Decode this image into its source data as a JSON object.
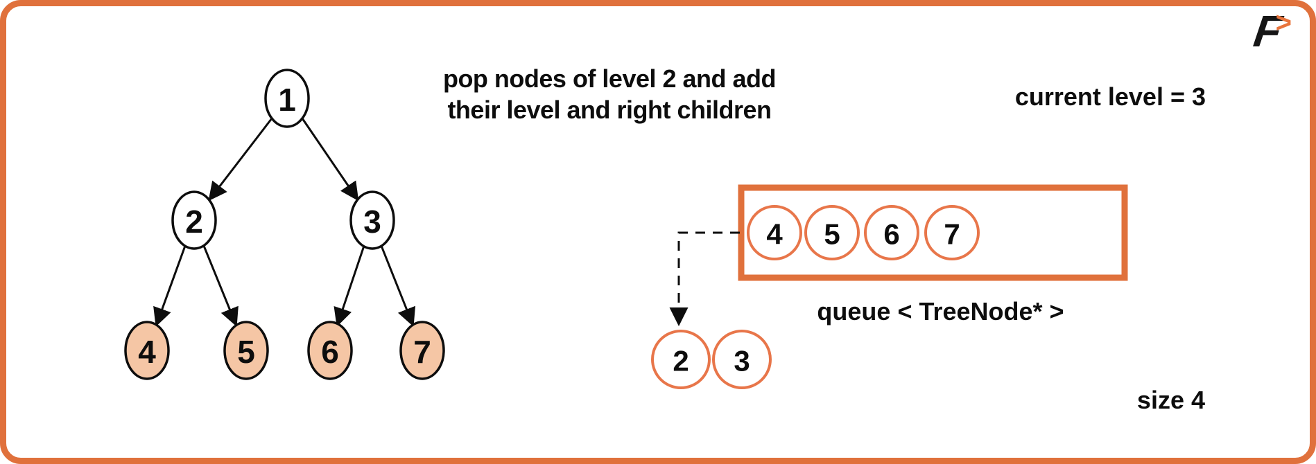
{
  "header": {
    "annotation_line1": "pop nodes of level 2 and add",
    "annotation_line2": "their level and right children",
    "current_level": "current level = 3"
  },
  "tree": {
    "nodes": [
      {
        "value": "1",
        "highlighted": false
      },
      {
        "value": "2",
        "highlighted": false
      },
      {
        "value": "3",
        "highlighted": false
      },
      {
        "value": "4",
        "highlighted": true
      },
      {
        "value": "5",
        "highlighted": true
      },
      {
        "value": "6",
        "highlighted": true
      },
      {
        "value": "7",
        "highlighted": true
      }
    ]
  },
  "queue": {
    "box_label": "queue < TreeNode* >",
    "items": [
      "4",
      "5",
      "6",
      "7"
    ],
    "popped_items": [
      "2",
      "3"
    ],
    "size_label": "size 4"
  },
  "logo": {
    "letter": "F",
    "arrow_glyph": ">"
  },
  "colors": {
    "accent_orange": "#E0713C",
    "circle_stroke_orange": "#E8764A",
    "highlight_fill": "#F5C6A5",
    "ink_black": "#0d0d0d"
  }
}
